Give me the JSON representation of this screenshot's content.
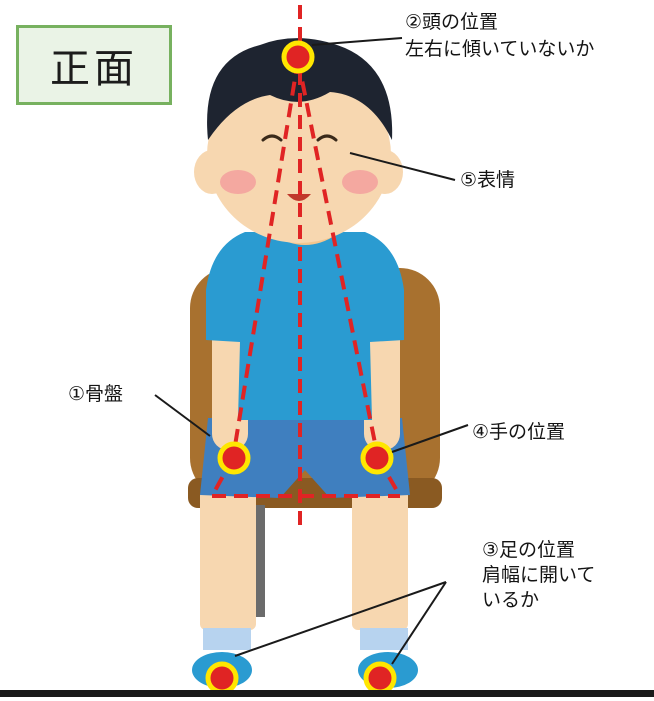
{
  "title": "正面",
  "labels": {
    "head": {
      "title": "②頭の位置",
      "detail": "左右に傾いていないか"
    },
    "expression": {
      "title": "⑤表情"
    },
    "pelvis": {
      "title": "①骨盤"
    },
    "hands": {
      "title": "④手の位置"
    },
    "feet": {
      "title": "③足の位置",
      "detail_1": "肩幅に開いて",
      "detail_2": "いるか"
    }
  },
  "colors": {
    "guide_line": "#e02424",
    "marker_fill": "#e02424",
    "marker_ring": "#ffe600",
    "title_border": "#77b15f",
    "title_bg": "#eaf3e6",
    "shirt": "#2a9bd1",
    "shorts": "#3f7fbf",
    "skin": "#f7d7b0",
    "hair": "#1e2430",
    "chair": "#a8712f"
  }
}
